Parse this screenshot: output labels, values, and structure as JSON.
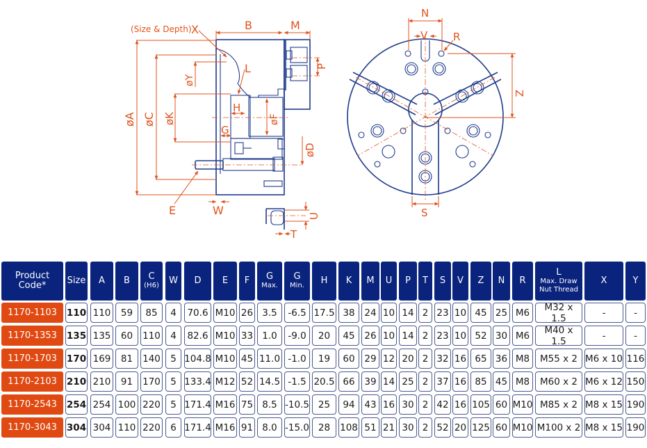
{
  "drawing": {
    "side_view_labels": {
      "x_note": "(Size & Depth)",
      "x": "X",
      "b": "B",
      "m": "M",
      "p": "P",
      "l": "L",
      "y": "øY",
      "a": "øA",
      "c": "øC",
      "k": "øK",
      "h": "H",
      "f": "øF",
      "g": "G",
      "d": "øD",
      "e": "E",
      "w": "W",
      "u": "U",
      "t": "T"
    },
    "front_view_labels": {
      "n": "N",
      "v": "V",
      "r": "R",
      "z": "Z",
      "s": "S"
    }
  },
  "table": {
    "headers": [
      {
        "main": "Product",
        "sub2": "Code*"
      },
      {
        "main": "Size"
      },
      {
        "main": "A"
      },
      {
        "main": "B"
      },
      {
        "main": "C",
        "sub": "(H6)"
      },
      {
        "main": "W"
      },
      {
        "main": "D"
      },
      {
        "main": "E"
      },
      {
        "main": "F"
      },
      {
        "main": "G",
        "sub": "Max."
      },
      {
        "main": "G",
        "sub": "Min."
      },
      {
        "main": "H"
      },
      {
        "main": "K"
      },
      {
        "main": "M"
      },
      {
        "main": "U"
      },
      {
        "main": "P"
      },
      {
        "main": "T"
      },
      {
        "main": "S"
      },
      {
        "main": "V"
      },
      {
        "main": "Z"
      },
      {
        "main": "N"
      },
      {
        "main": "R"
      },
      {
        "main": "L",
        "sub": "Max. Draw",
        "sub2": "Nut Thread"
      },
      {
        "main": "X"
      },
      {
        "main": "Y"
      }
    ],
    "rows": [
      [
        "1170-1103",
        "110",
        "110",
        "59",
        "85",
        "4",
        "70.6",
        "M10",
        "26",
        "3.5",
        "-6.5",
        "17.5",
        "38",
        "24",
        "10",
        "14",
        "2",
        "23",
        "10",
        "45",
        "25",
        "M6",
        "M32 x 1.5",
        "-",
        "-"
      ],
      [
        "1170-1353",
        "135",
        "135",
        "60",
        "110",
        "4",
        "82.6",
        "M10",
        "33",
        "1.0",
        "-9.0",
        "20",
        "45",
        "26",
        "10",
        "14",
        "2",
        "23",
        "10",
        "52",
        "30",
        "M6",
        "M40 x 1.5",
        "-",
        "-"
      ],
      [
        "1170-1703",
        "170",
        "169",
        "81",
        "140",
        "5",
        "104.8",
        "M10",
        "45",
        "11.0",
        "-1.0",
        "19",
        "60",
        "29",
        "12",
        "20",
        "2",
        "32",
        "16",
        "65",
        "36",
        "M8",
        "M55 x 2",
        "M6 x 10",
        "116"
      ],
      [
        "1170-2103",
        "210",
        "210",
        "91",
        "170",
        "5",
        "133.4",
        "M12",
        "52",
        "14.5",
        "-1.5",
        "20.5",
        "66",
        "39",
        "14",
        "25",
        "2",
        "37",
        "16",
        "85",
        "45",
        "M8",
        "M60 x 2",
        "M6 x 12",
        "150"
      ],
      [
        "1170-2543",
        "254",
        "254",
        "100",
        "220",
        "5",
        "171.4",
        "M16",
        "75",
        "8.5",
        "-10.5",
        "25",
        "94",
        "43",
        "16",
        "30",
        "2",
        "42",
        "16",
        "105",
        "60",
        "M10",
        "M85 x 2",
        "M8 x 15",
        "190"
      ],
      [
        "1170-3043",
        "304",
        "304",
        "110",
        "220",
        "6",
        "171.4",
        "M16",
        "91",
        "8.0",
        "-15.0",
        "28",
        "108",
        "51",
        "21",
        "30",
        "2",
        "52",
        "20",
        "125",
        "60",
        "M10",
        "M100 x 2",
        "M8 x 15",
        "190"
      ]
    ],
    "colors": {
      "header_bg": "#0a237d",
      "product_code_bg": "#e04a12",
      "cell_border": "#4a5a8c",
      "dimension_line": "#e0521c",
      "outline": "#1e3a8a"
    }
  }
}
